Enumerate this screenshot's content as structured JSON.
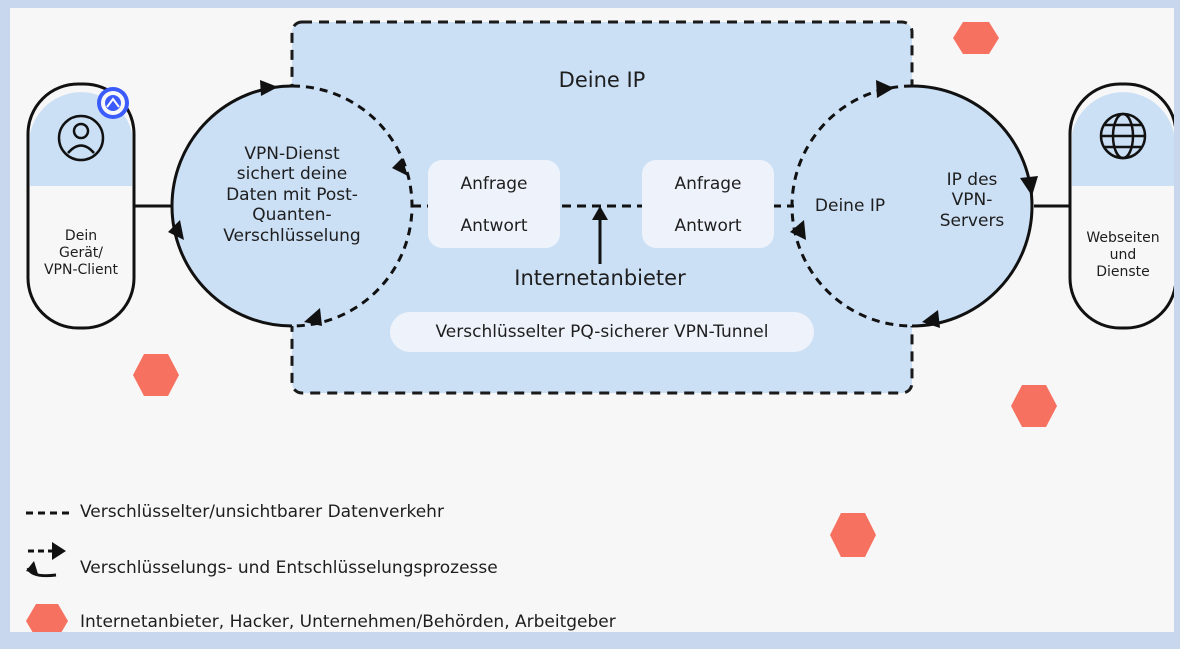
{
  "device": {
    "label": "Dein\nGerät/\nVPN-Client",
    "icon": "user-icon"
  },
  "vpn_service": {
    "label": "VPN-Dienst\nsichert deine\nDaten mit Post-\nQuanten-\nVerschlüsselung"
  },
  "tunnel": {
    "title": "Deine IP",
    "request_left": "Anfrage",
    "response_left": "Antwort",
    "request_right": "Anfrage",
    "response_right": "Antwort",
    "isp_label": "Internetanbieter",
    "tunnel_label": "Verschlüsselter PQ-sicherer VPN-Tunnel"
  },
  "server_circle": {
    "inner_label": "Deine IP",
    "outer_label": "IP des\nVPN-\nServers"
  },
  "websites": {
    "label": "Webseiten\nund\nDienste",
    "icon": "globe-icon"
  },
  "legend": [
    {
      "icon": "dashed-line-icon",
      "text": "Verschlüsselter/unsichtbarer Datenverkehr"
    },
    {
      "icon": "cycle-arrows-icon",
      "text": "Verschlüsselungs- und Entschlüsselungsprozesse"
    },
    {
      "icon": "hexagon-icon",
      "text": "Internetanbieter, Hacker, Unternehmen/Behörden, Arbeitgeber"
    }
  ],
  "colors": {
    "accent": "#cbdff5",
    "hexagon": "#f77161",
    "badge": "#3b5bfd",
    "line": "#111111"
  }
}
